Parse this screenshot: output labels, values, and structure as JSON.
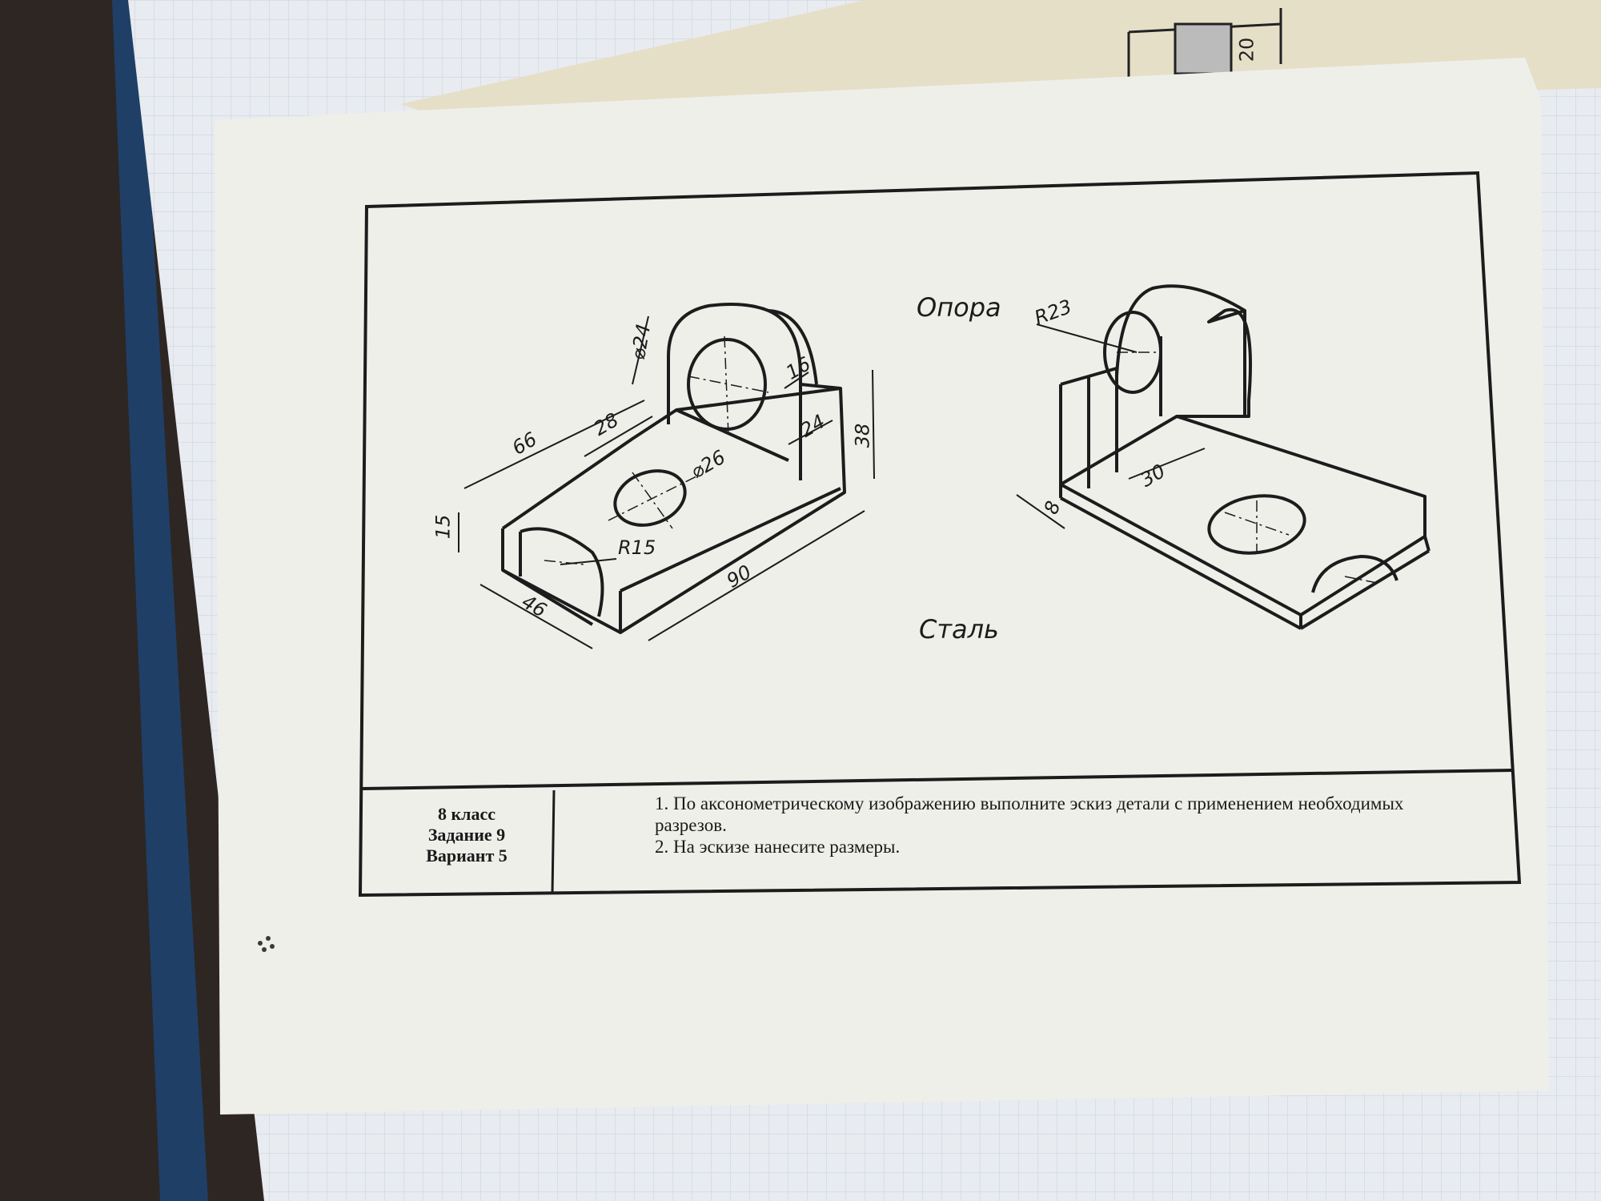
{
  "sheet": {
    "title": "Опора",
    "material": "Сталь",
    "background_number": "20"
  },
  "dimensions_left": {
    "d24": "⌀24",
    "w16": "16",
    "len66": "66",
    "w28": "28",
    "d26": "⌀26",
    "w24": "24",
    "h38": "38",
    "h15": "15",
    "r15": "R15",
    "len90": "90",
    "w46": "46"
  },
  "dimensions_right": {
    "r23": "R23",
    "w30": "30",
    "w8": "8"
  },
  "title_block": {
    "grade": "8 класс",
    "task": "Задание 9",
    "variant": "Вариант 5",
    "instruction1": "1. По аксонометрическому изображению выполните эскиз детали с применением необходимых разрезов.",
    "instruction2": "2. На эскизе нанесите размеры."
  },
  "colors": {
    "desk": "#2e2622",
    "paper": "#efefea",
    "grid_paper": "#e8ebf0",
    "grid_line": "#c9d2dd",
    "ink": "#1c1c1c"
  }
}
